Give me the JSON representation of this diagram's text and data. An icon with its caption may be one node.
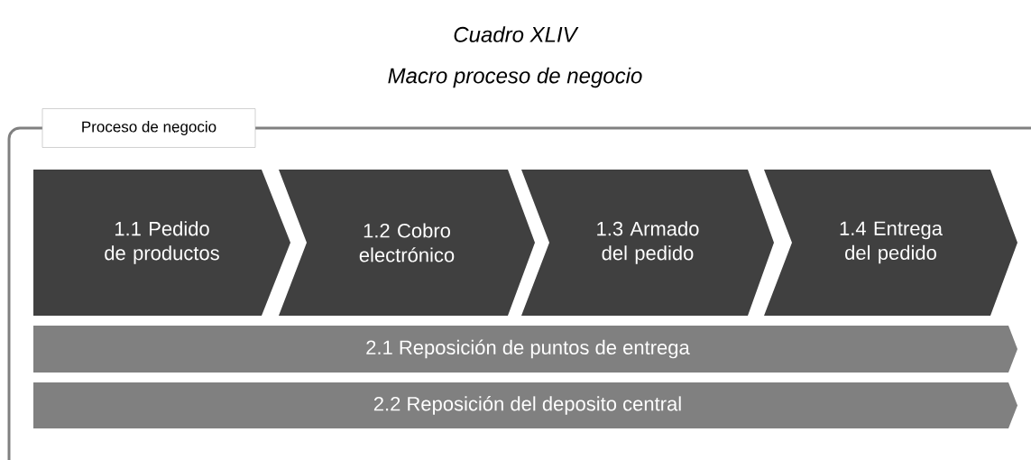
{
  "diagram": {
    "title": "Macro proceso de negocio",
    "nodes": [
      {
        "text": [
          "Proceso de negocio"
        ]
      },
      {
        "text": [
          "1.1 Pedido de productos"
        ],
        "in": 0
      },
      {
        "text": [
          "1.2 Cobro electrónico"
        ],
        "in": 0
      },
      {
        "text": [
          "1.3 Armado del pedido"
        ],
        "in": 0
      },
      {
        "text": [
          "1.4 Entrega del pedido"
        ],
        "in": 0
      },
      {
        "text": [
          "2.1 Reposición de puntos de entrega"
        ],
        "in": 0
      },
      {
        "text": [
          "2.2 Reposición del deposito central"
        ],
        "in": 0
      }
    ],
    "labels": [
      "Cuadro XLIV"
    ]
  }
}
